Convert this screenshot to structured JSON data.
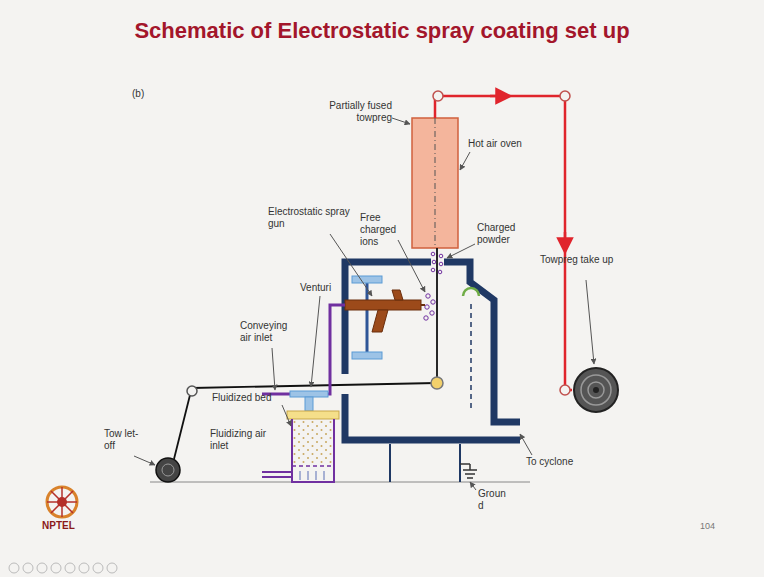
{
  "diagram": {
    "title": "Schematic of Electrostatic spray coating set up",
    "labels": [
      "(b)",
      "Partially fused towpreg",
      "Hot air oven",
      "Electrostatic spray gun",
      "Free charged ions",
      "Charged powder",
      "Towpreg take up",
      "Venturi",
      "Conveying air inlet",
      "Tow let-off",
      "Fluidized bed",
      "Fluidizing air inlet",
      "To cyclone",
      "Groun d",
      "NPTEL",
      "104"
    ]
  }
}
